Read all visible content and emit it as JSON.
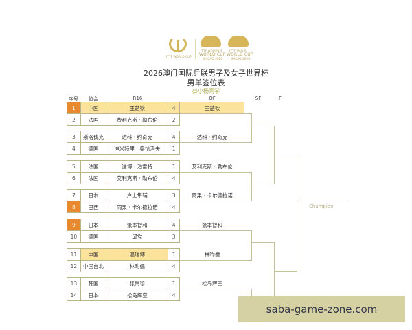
{
  "logos": {
    "left_caption": "ITTF WORLD CUP",
    "womens_caption": [
      "ITTF WOMEN'S",
      "WORLD CUP",
      "MACAO 2026"
    ],
    "mens_caption": [
      "ITTF MEN'S",
      "WORLD CUP",
      "MACAO 2026"
    ]
  },
  "title": {
    "line1": "2026澳门国际乒联男子及女子世界杯",
    "line2": "男单签位表",
    "credit": "@小杨同学"
  },
  "headers": {
    "seed": "序号",
    "assoc": "协会",
    "r16": "R16",
    "qf": "QF",
    "sf": "SF",
    "f": "F"
  },
  "r16": [
    {
      "seed": "1",
      "assoc": "中国",
      "name": "王楚钦",
      "score": "4",
      "seed_highlight": true,
      "row_highlight": true
    },
    {
      "seed": "2",
      "assoc": "法国",
      "name": "费利克斯 · 勒布伦",
      "score": "2"
    },
    {
      "seed": "3",
      "assoc": "斯洛伐克",
      "name": "达科 · 约奇克",
      "score": "4"
    },
    {
      "seed": "4",
      "assoc": "德国",
      "name": "迪米特里 · 奥恰洛夫",
      "score": "1"
    },
    {
      "seed": "5",
      "assoc": "法国",
      "name": "迪博 · 泊雷特",
      "score": "1"
    },
    {
      "seed": "6",
      "assoc": "法国",
      "name": "艾利克斯 · 勒布伦",
      "score": "4"
    },
    {
      "seed": "7",
      "assoc": "日本",
      "name": "户上隼辅",
      "score": "3"
    },
    {
      "seed": "8",
      "assoc": "巴西",
      "name": "雨果 · 卡尔德拉诺",
      "score": "4",
      "seed_highlight": true
    },
    {
      "seed": "9",
      "assoc": "日本",
      "name": "张本智和",
      "score": "4",
      "seed_highlight": true
    },
    {
      "seed": "10",
      "assoc": "德国",
      "name": "邱党",
      "score": "3"
    },
    {
      "seed": "11",
      "assoc": "中国",
      "name": "温瑞博",
      "score": "1",
      "row_highlight": true
    },
    {
      "seed": "12",
      "assoc": "中国台北",
      "name": "林昀儒",
      "score": "4"
    },
    {
      "seed": "13",
      "assoc": "韩国",
      "name": "张禹珍",
      "score": "1"
    },
    {
      "seed": "14",
      "assoc": "日本",
      "name": "松岛辉空",
      "score": "4"
    }
  ],
  "qf": [
    {
      "name": "王楚钦",
      "highlight": true
    },
    {
      "name": "达科 · 约奇克"
    },
    {
      "name": "艾利克斯 · 勒布伦"
    },
    {
      "name": "雨果 · 卡尔德拉诺"
    },
    {
      "name": "张本智和"
    },
    {
      "name": "林昀儒"
    },
    {
      "name": "松岛辉空"
    }
  ],
  "champion_label": "Champion",
  "watermark": "saba-game-zone.com",
  "colors": {
    "seed_highlight": "#e9892f",
    "row_highlight": "#fbe39c",
    "line": "#c4c09e",
    "watermark_bg": "#d4d0a1"
  }
}
